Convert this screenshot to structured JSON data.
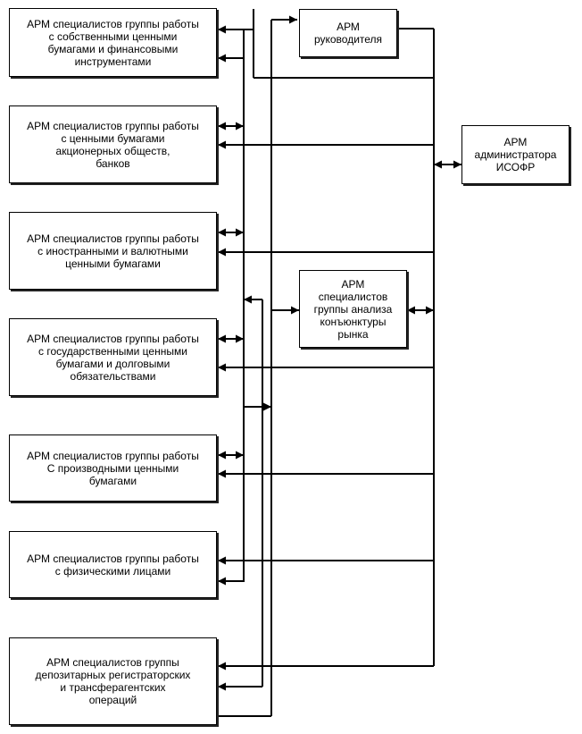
{
  "boxes": {
    "own_securities": "АРМ специалистов группы работы\nс собственными ценными\nбумагами и финансовыми\nинструментами",
    "joint_stock": "АРМ специалистов группы работы\nс ценными бумагами\nакционерных обществ,\nбанков",
    "foreign": "АРМ специалистов группы работы\nс иностранными и валютными\nценными бумагами",
    "government": "АРМ специалистов группы работы\nс государственными ценными\nбумагами и долговыми\nобязательствами",
    "derivatives": "АРМ специалистов группы работы\nС производными ценными\nбумагами",
    "individuals": "АРМ специалистов группы работы\nс физическими лицами",
    "depository": "АРМ специалистов группы\nдепозитарных регистраторских\nи трансферагентских\nопераций",
    "manager": "АРМ\nруководителя",
    "admin": "АРМ\nадминистратора\nИСОФР",
    "market_analysis": "АРМ\nспециалистов\nгруппы анализа\nконъюнктуры\nрынка"
  }
}
